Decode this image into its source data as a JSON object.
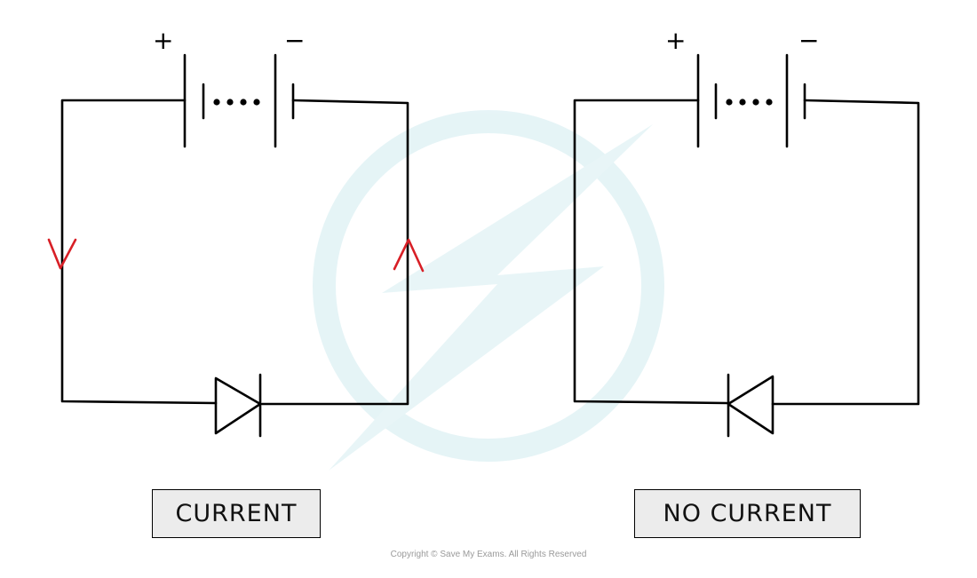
{
  "circuits": [
    {
      "label": "CURRENT",
      "diode_direction": "forward",
      "current_arrows": true,
      "positive_sign": "+",
      "negative_sign": "−"
    },
    {
      "label": "NO CURRENT",
      "diode_direction": "reverse",
      "current_arrows": false,
      "positive_sign": "+",
      "negative_sign": "−"
    }
  ],
  "footer": {
    "copyright": "Copyright © Save My Exams. All Rights Reserved"
  },
  "colors": {
    "wire": "#000000",
    "current_arrow": "#d81f26",
    "label_box": "#ececec",
    "watermark": "#dff1f4"
  }
}
